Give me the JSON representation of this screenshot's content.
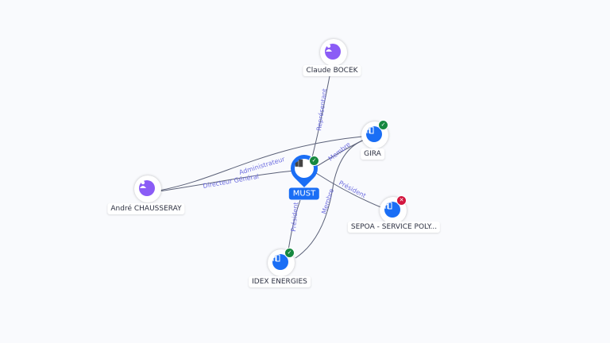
{
  "nodes": {
    "claude": {
      "label": "Claude BOCEK",
      "type": "person"
    },
    "gira": {
      "label": "GIRA",
      "type": "company",
      "status": "active"
    },
    "must": {
      "label": "MUST",
      "type": "company",
      "status": "active"
    },
    "andre": {
      "label": "André CHAUSSERAY",
      "type": "person"
    },
    "sepoa": {
      "label": "SEPOA - SERVICE POLY...",
      "type": "company",
      "status": "closed"
    },
    "idex": {
      "label": "IDEX ENERGIES",
      "type": "company",
      "status": "active"
    }
  },
  "edges": {
    "representant": "Représentant",
    "administrateur": "Administrateur",
    "directeur": "Directeur Général",
    "membre_must_gira": "Membre",
    "president_must_sepoa": "Président",
    "president_idex_must": "Président",
    "membre_idex_gira": "Membre"
  },
  "colors": {
    "person": "#8b5cf6",
    "company": "#1a6ef5",
    "active": "#16883f",
    "closed": "#d3163f",
    "edge_label": "#6e6ee0"
  }
}
